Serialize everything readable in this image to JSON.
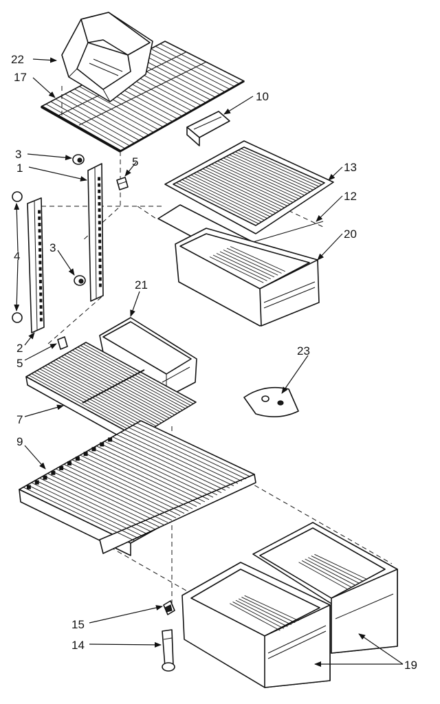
{
  "callouts": {
    "c22": "22",
    "c17": "17",
    "c10": "10",
    "c3a": "3",
    "c1": "1",
    "c5a": "5",
    "c13": "13",
    "c12": "12",
    "c20": "20",
    "c4": "4",
    "c3b": "3",
    "c21": "21",
    "c2": "2",
    "c5b": "5",
    "c23": "23",
    "c7": "7",
    "c9": "9",
    "c15": "15",
    "c14": "14",
    "c19": "19"
  }
}
